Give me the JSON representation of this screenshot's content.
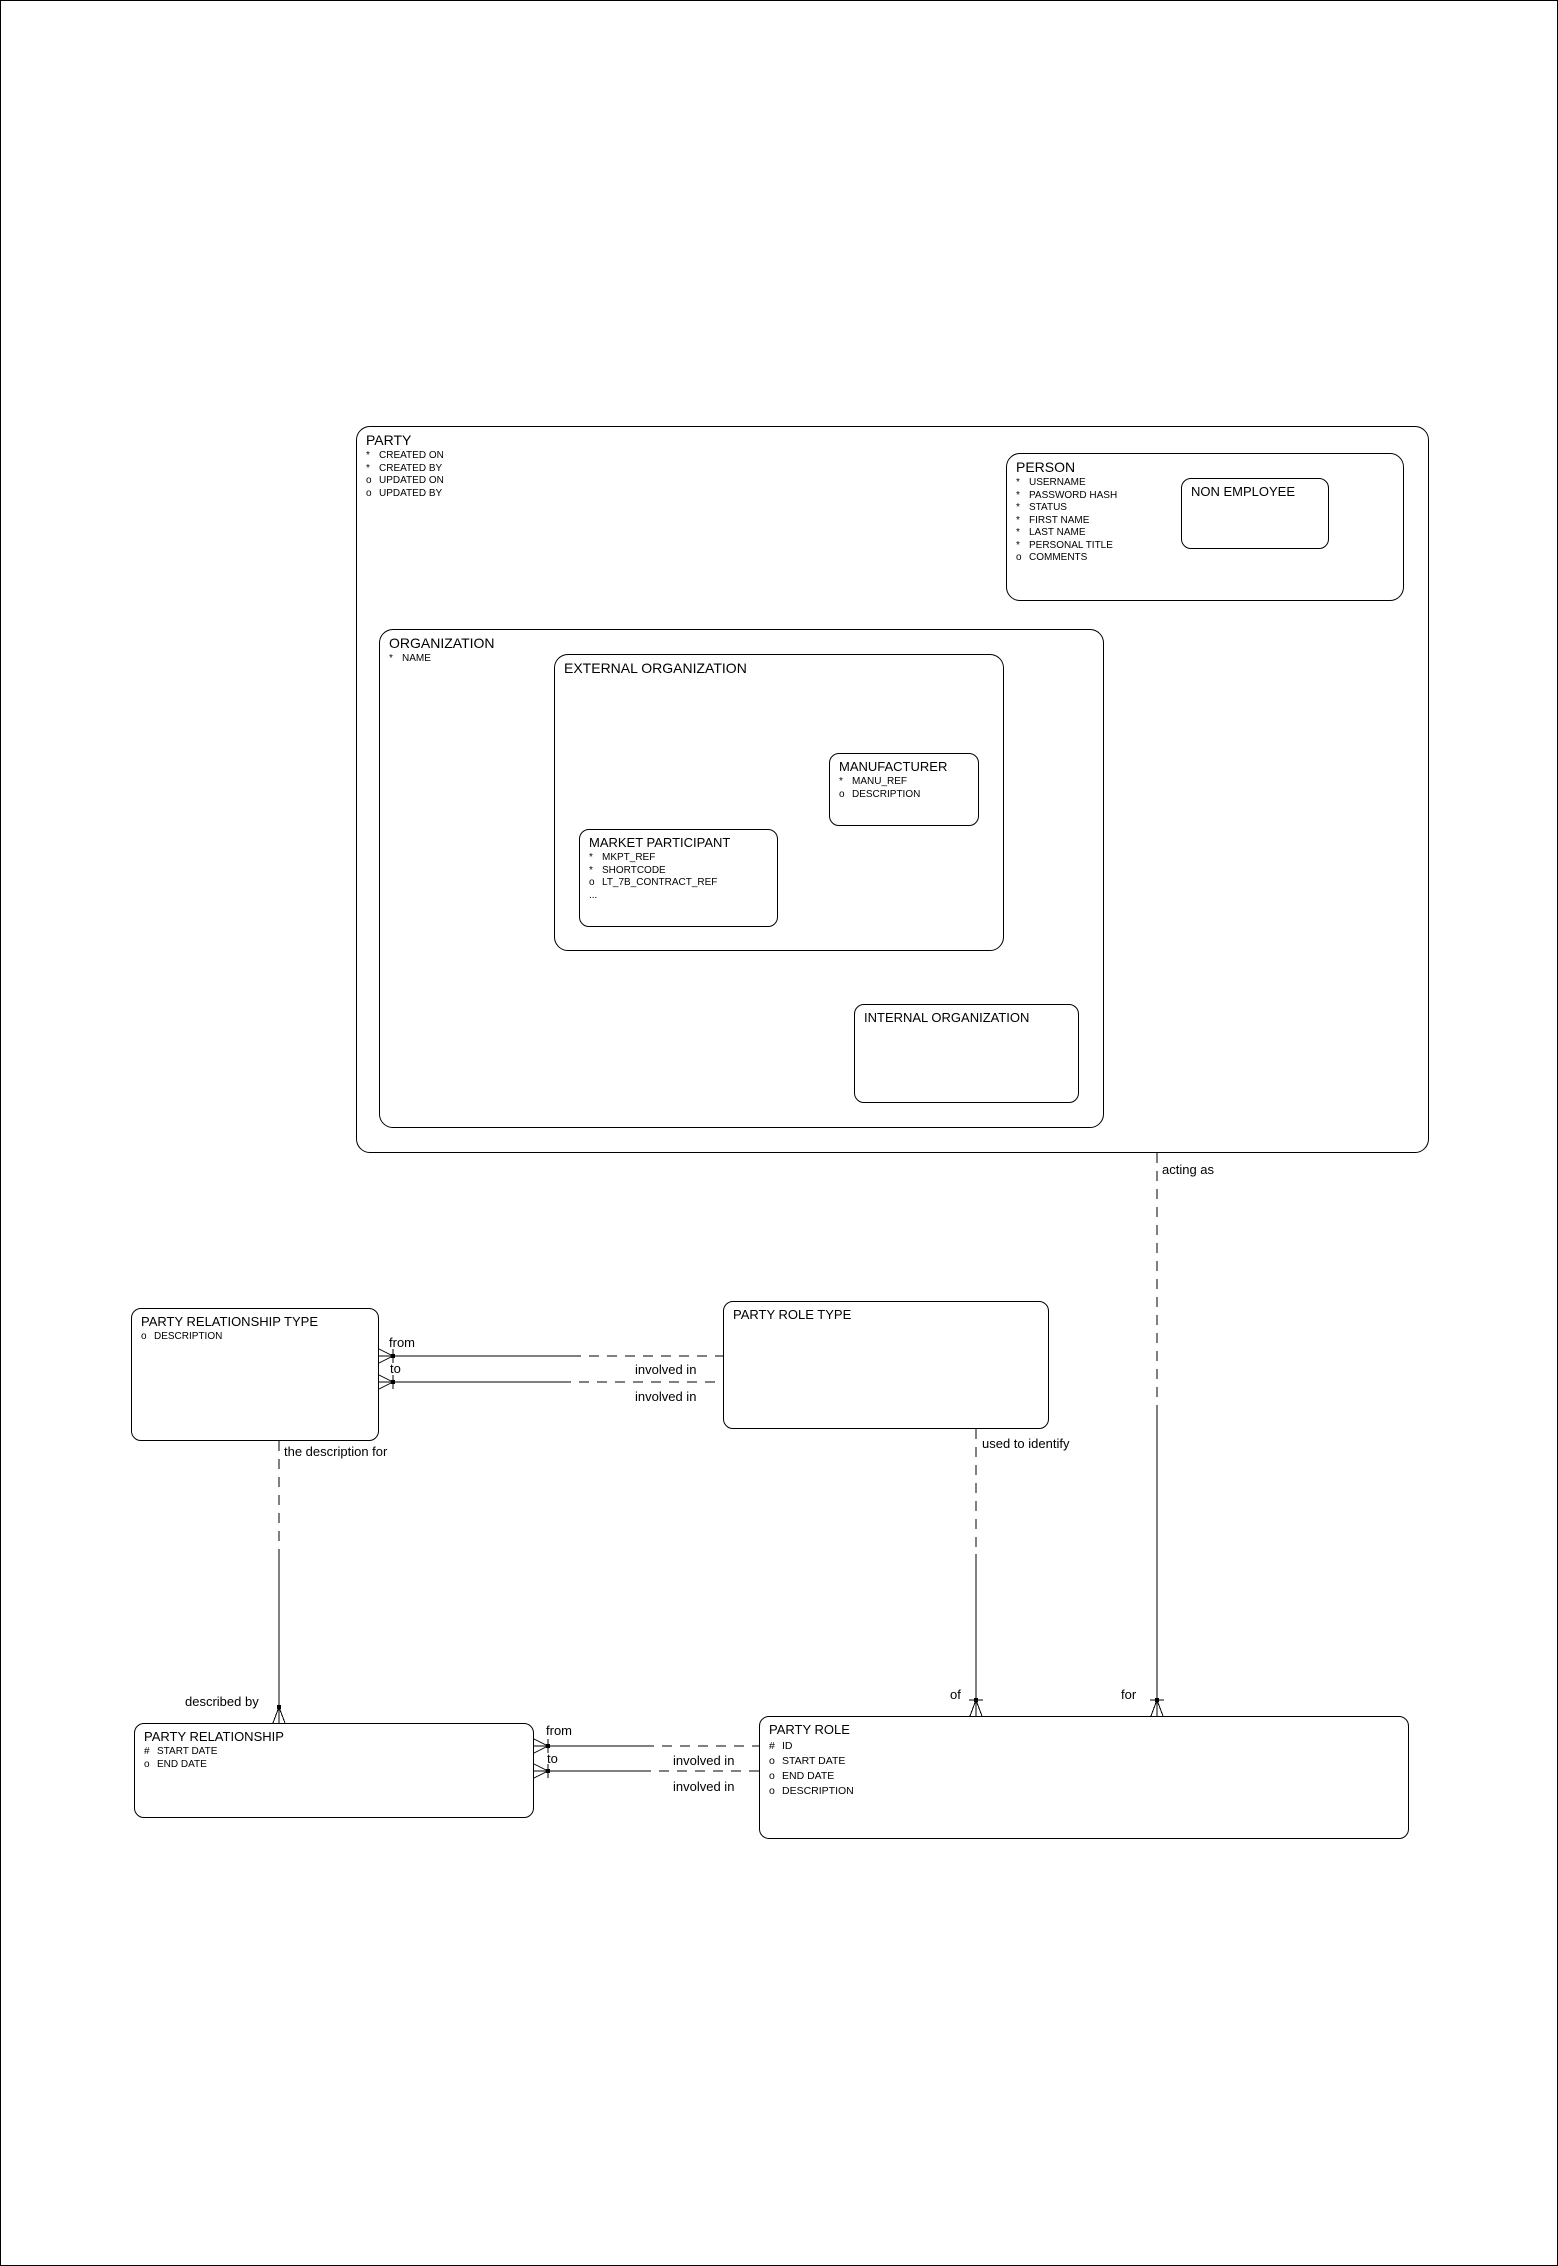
{
  "page": {
    "background": "#ffffff",
    "line_color": "#000000",
    "text_color": "#000000"
  },
  "entities": {
    "party": {
      "title": "PARTY",
      "attributes": [
        {
          "p": "*",
          "n": "CREATED ON"
        },
        {
          "p": "*",
          "n": "CREATED BY"
        },
        {
          "p": "o",
          "n": "UPDATED ON"
        },
        {
          "p": "o",
          "n": "UPDATED BY"
        }
      ]
    },
    "person": {
      "title": "PERSON",
      "attributes": [
        {
          "p": "*",
          "n": "USERNAME"
        },
        {
          "p": "*",
          "n": "PASSWORD HASH"
        },
        {
          "p": "*",
          "n": "STATUS"
        },
        {
          "p": "*",
          "n": "FIRST NAME"
        },
        {
          "p": "*",
          "n": "LAST NAME"
        },
        {
          "p": "*",
          "n": "PERSONAL TITLE"
        },
        {
          "p": "o",
          "n": "COMMENTS"
        }
      ]
    },
    "non_employee": {
      "title": "NON EMPLOYEE",
      "attributes": []
    },
    "organization": {
      "title": "ORGANIZATION",
      "attributes": [
        {
          "p": "*",
          "n": "NAME"
        }
      ]
    },
    "external_organization": {
      "title": "EXTERNAL ORGANIZATION",
      "attributes": []
    },
    "manufacturer": {
      "title": "MANUFACTURER",
      "attributes": [
        {
          "p": "*",
          "n": "MANU_REF"
        },
        {
          "p": "o",
          "n": "DESCRIPTION"
        }
      ]
    },
    "market_participant": {
      "title": "MARKET PARTICIPANT",
      "attributes": [
        {
          "p": "*",
          "n": "MKPT_REF"
        },
        {
          "p": "*",
          "n": "SHORTCODE"
        },
        {
          "p": "o",
          "n": "LT_7B_CONTRACT_REF"
        },
        {
          "p": "...",
          "n": ""
        }
      ]
    },
    "internal_organization": {
      "title": "INTERNAL ORGANIZATION",
      "attributes": []
    },
    "party_relationship_type": {
      "title": "PARTY RELATIONSHIP TYPE",
      "attributes": [
        {
          "p": "o",
          "n": "DESCRIPTION"
        }
      ]
    },
    "party_role_type": {
      "title": "PARTY ROLE TYPE",
      "attributes": []
    },
    "party_relationship": {
      "title": "PARTY RELATIONSHIP",
      "attributes": [
        {
          "p": "#",
          "n": "START DATE"
        },
        {
          "p": "o",
          "n": "END DATE"
        }
      ]
    },
    "party_role": {
      "title": "PARTY ROLE",
      "attributes": [
        {
          "p": "#",
          "n": "ID"
        },
        {
          "p": "o",
          "n": "START DATE"
        },
        {
          "p": "o",
          "n": "END DATE"
        },
        {
          "p": "o",
          "n": "DESCRIPTION"
        }
      ]
    }
  },
  "relationships": {
    "acting_as": "acting as",
    "used_to_identify": "used to identify",
    "the_description_for": "the description for",
    "described_by": "described by",
    "from": "from",
    "to": "to",
    "involved_in": "involved in",
    "of": "of",
    "for": "for"
  }
}
